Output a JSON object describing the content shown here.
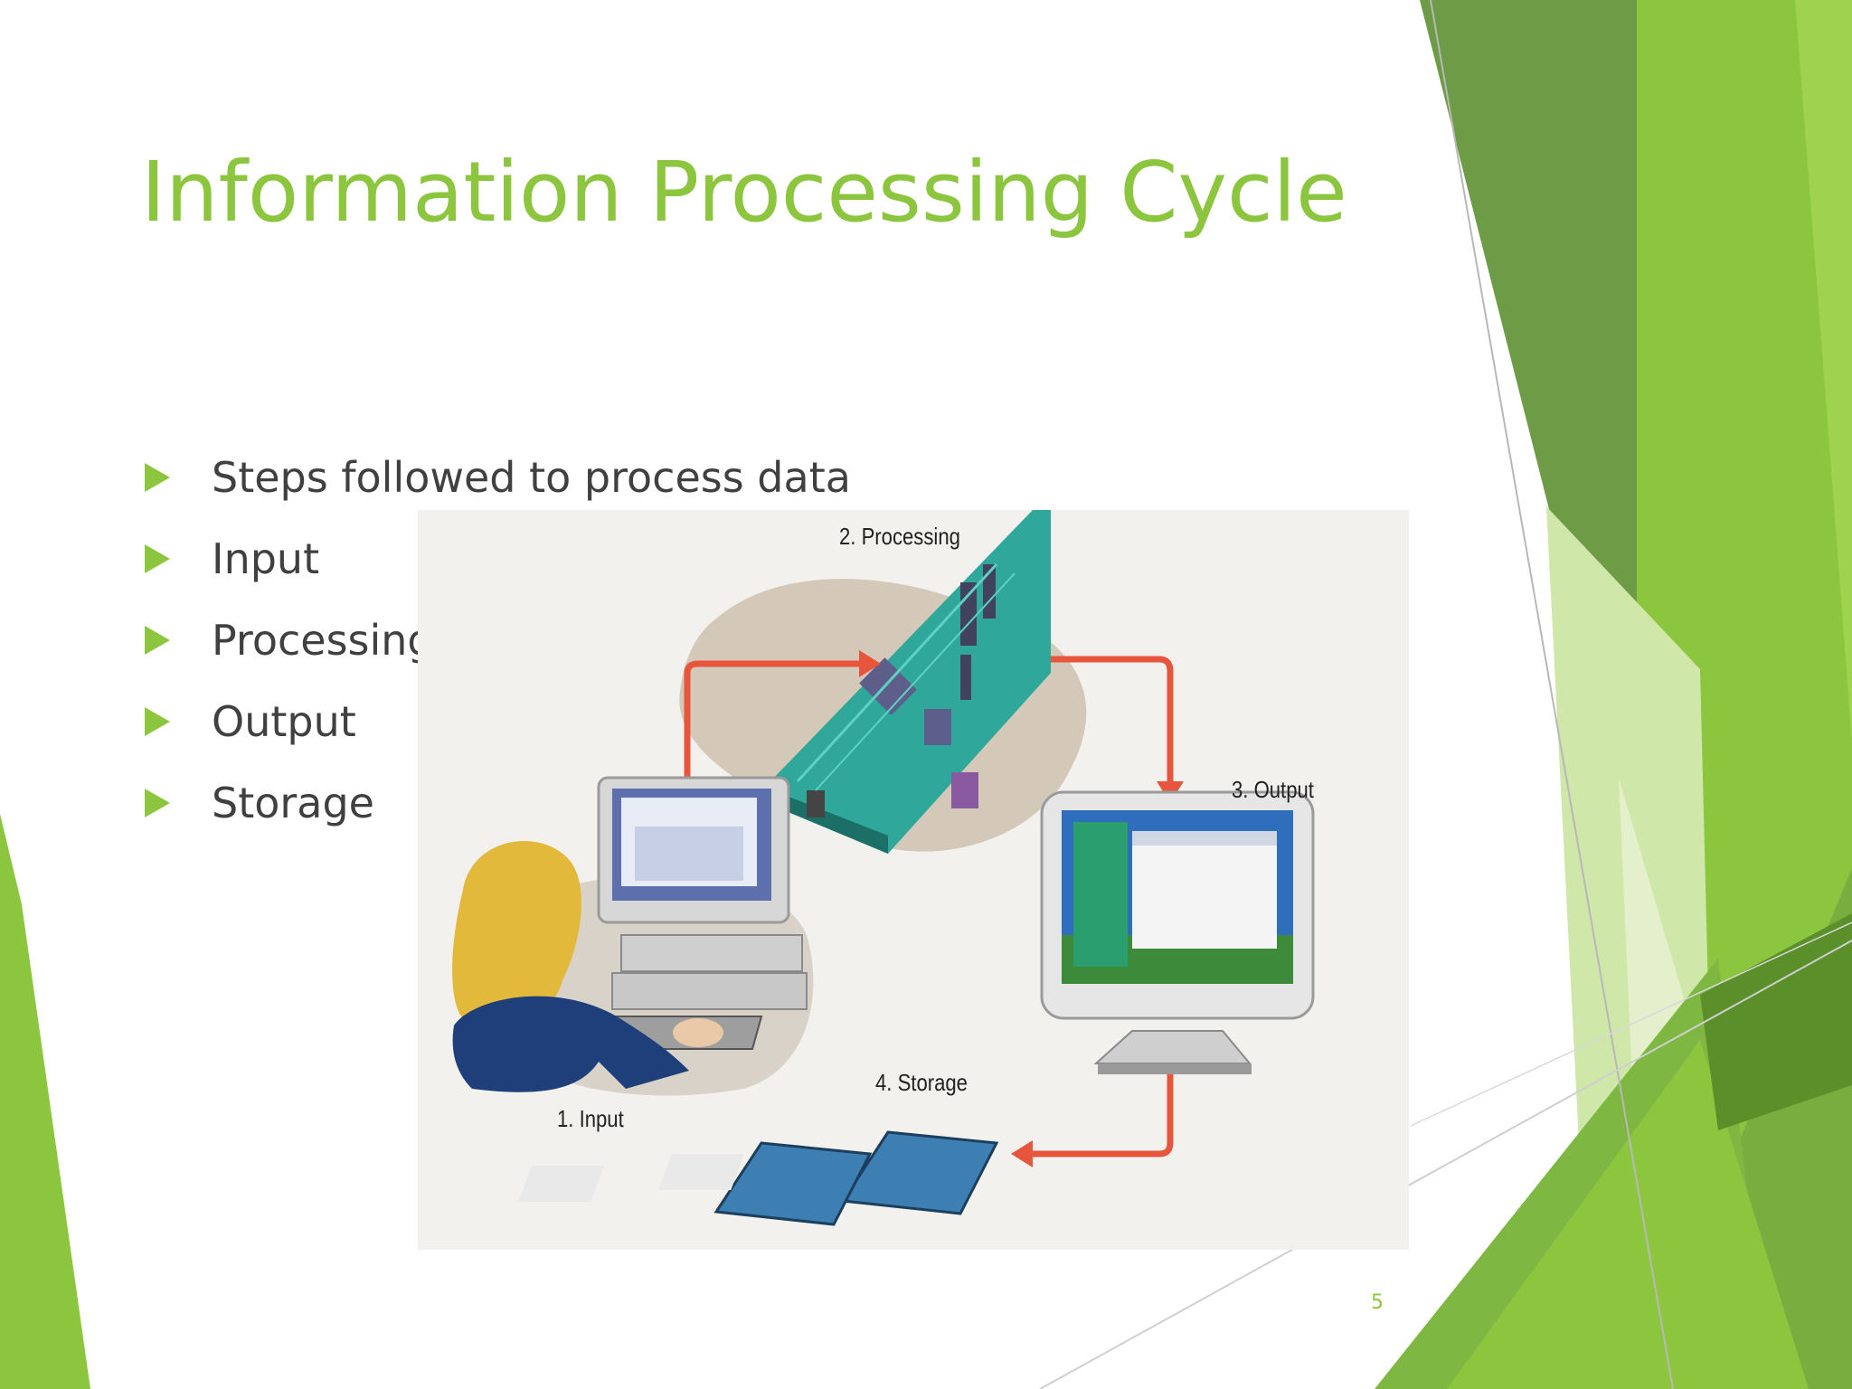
{
  "slide": {
    "title": "Information Processing Cycle",
    "bullets": [
      "Steps followed to process data",
      "Input",
      "Processing",
      "Output",
      "Storage"
    ],
    "figure": {
      "labels": {
        "processing": "2. Processing",
        "output": "3. Output",
        "storage": "4. Storage",
        "input": "1. Input"
      }
    },
    "page_number": "5"
  },
  "colors": {
    "accent": "#8cc63f",
    "text": "#404040",
    "arrow": "#e8553d",
    "figure_bg": "#f2f1ee"
  }
}
